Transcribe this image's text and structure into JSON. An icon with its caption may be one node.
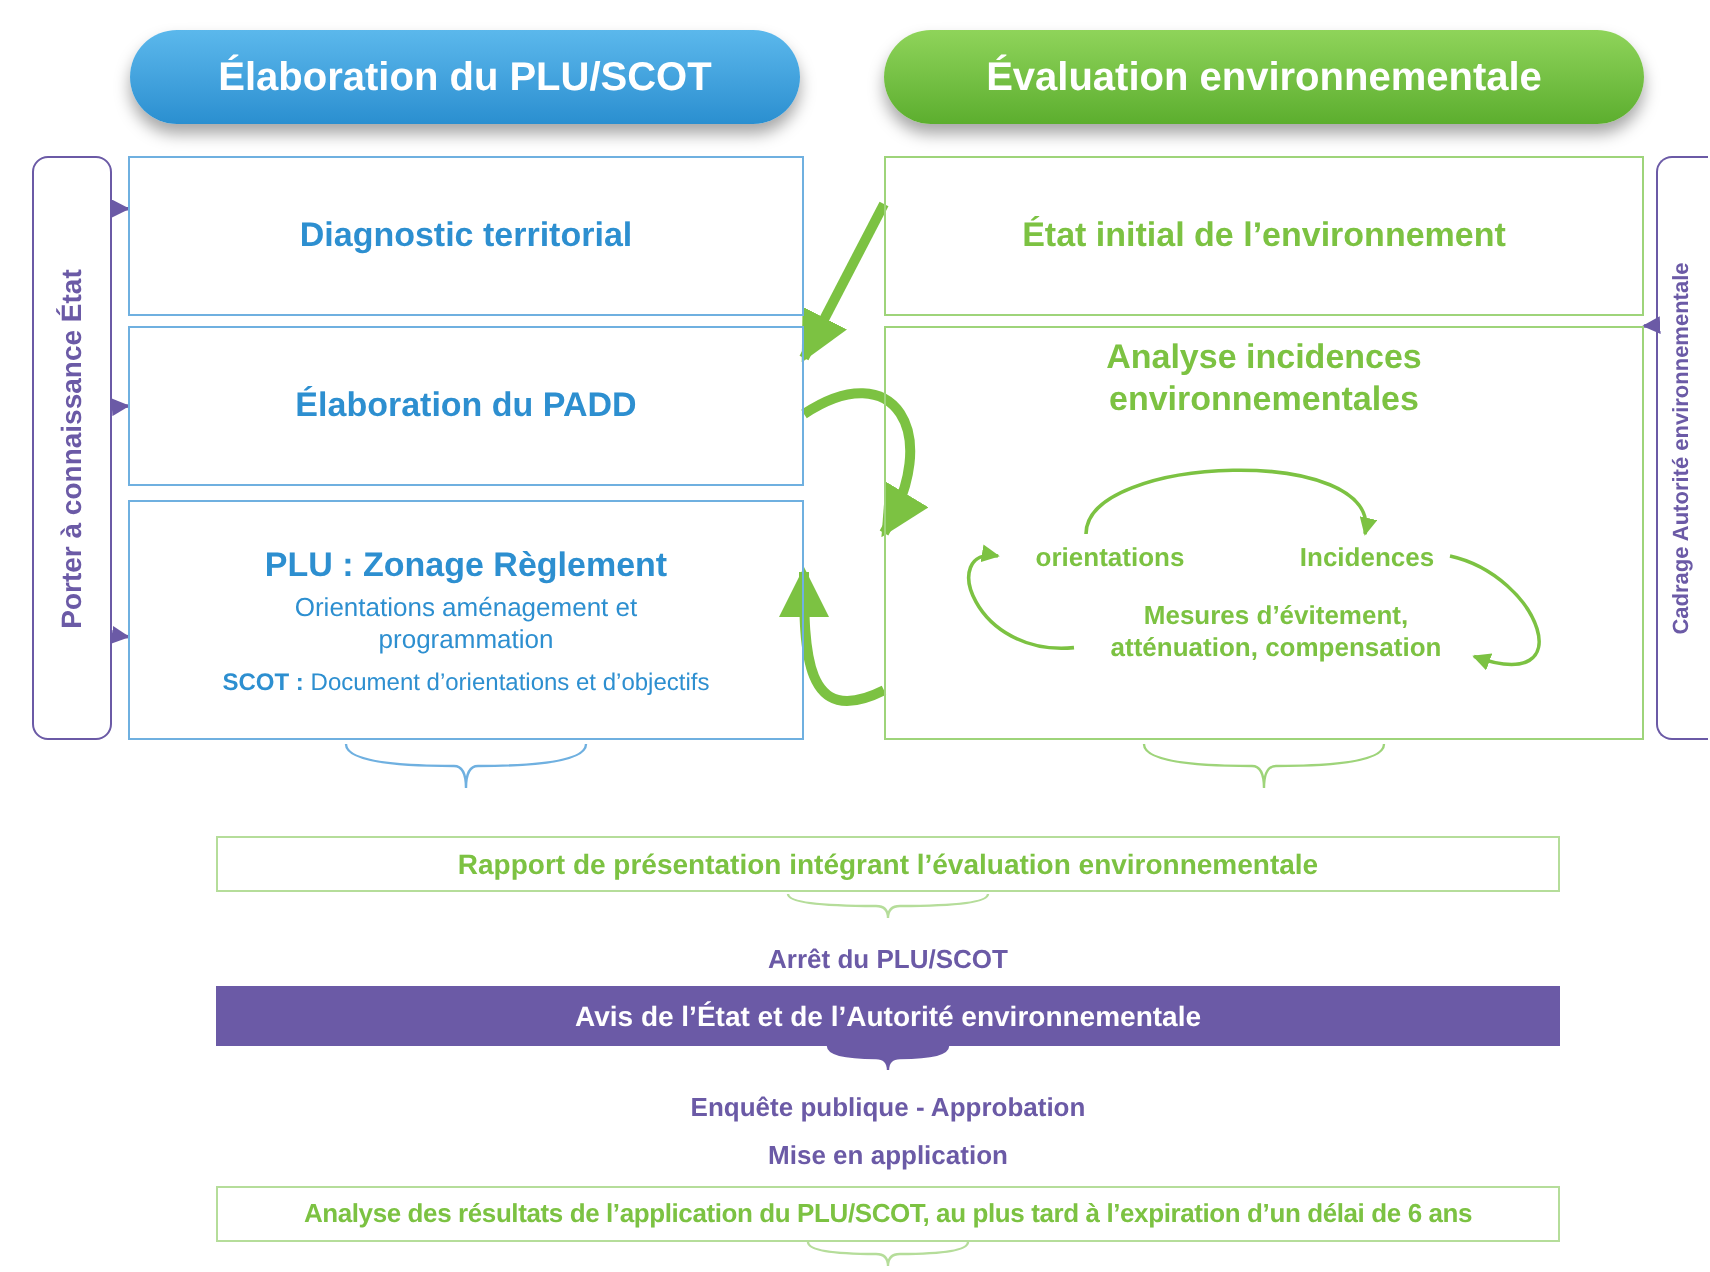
{
  "diagram": {
    "nodes": [
      {
        "text": [
          "Élaboration du PLU/SCOT"
        ]
      },
      {
        "text": [
          "Évaluation environnementale"
        ]
      },
      {
        "text": [
          "Porter à connaissance État"
        ]
      },
      {
        "text": [
          "Diagnostic territorial"
        ]
      },
      {
        "text": [
          "Élaboration du PADD"
        ]
      },
      {
        "text": [
          "PLU : Zonage Règlement",
          "Orientations aménagement et programmation",
          "**SCOT :** Document d’orientations et d’objectifs"
        ]
      },
      {
        "text": [
          "État initial de l’environnement"
        ]
      },
      {
        "text": [
          "Analyse incidences environnementales"
        ]
      },
      {
        "text": [
          "orientations"
        ],
        "in": 7
      },
      {
        "text": [
          "Incidences"
        ],
        "in": 7
      },
      {
        "text": [
          "Mesures d’évitement, atténuation, compensation"
        ],
        "in": 7
      },
      {
        "text": [
          "Cadrage Autorité environnementale"
        ]
      },
      {
        "text": [
          "Rapport de présentation intégrant l’évaluation environnementale"
        ]
      },
      {
        "text": [
          "Avis de l’État et de l’Autorité environnementale"
        ]
      },
      {
        "text": [
          "Analyse des résultats de l’application du PLU/SCOT, au plus tard à l’expiration d’un délai de 6 ans"
        ]
      }
    ],
    "edges": [
      {
        "from": 6,
        "to": 4,
        "arrow": "to",
        "style": "thick"
      },
      {
        "from": 4,
        "to": 7,
        "arrow": "to",
        "style": "thick"
      },
      {
        "from": 7,
        "to": 5,
        "arrow": "to",
        "style": "thick"
      },
      {
        "from": 8,
        "to": 9,
        "arrow": "to"
      },
      {
        "from": 9,
        "to": 10,
        "arrow": "to"
      },
      {
        "from": 10,
        "to": 8,
        "arrow": "to"
      },
      {
        "from": 2,
        "to": 3,
        "arrow": "to",
        "color": "#6b5aa6"
      },
      {
        "from": 2,
        "to": 4,
        "arrow": "to",
        "color": "#6b5aa6"
      },
      {
        "from": 2,
        "to": 5,
        "arrow": "to",
        "color": "#6b5aa6"
      },
      {
        "from": 11,
        "to": 7,
        "arrow": "to",
        "color": "#6b5aa6"
      }
    ],
    "labels": [
      "Arrêt du PLU/SCOT",
      "Enquête publique - Approbation",
      "Mise en application"
    ]
  }
}
